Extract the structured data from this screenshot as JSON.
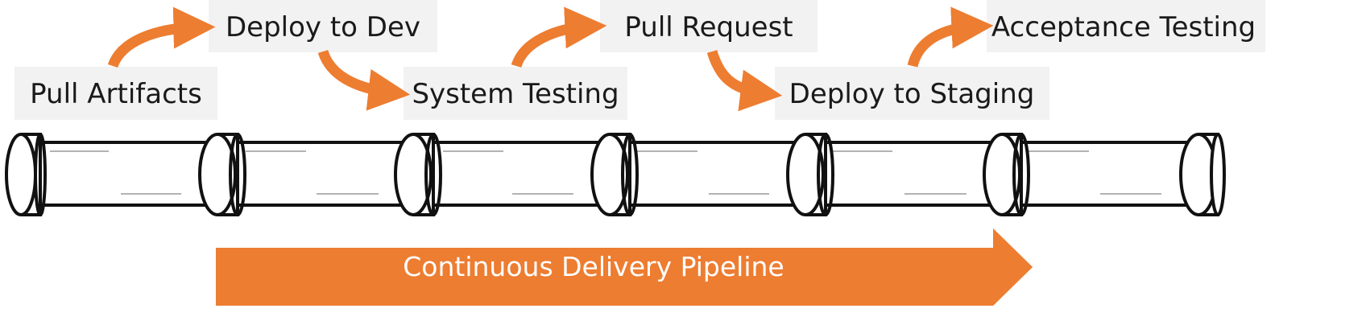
{
  "diagram": {
    "stages": [
      {
        "label": "Pull Artifacts"
      },
      {
        "label": "Deploy to Dev"
      },
      {
        "label": "System Testing"
      },
      {
        "label": "Pull Request"
      },
      {
        "label": "Deploy to Staging"
      },
      {
        "label": "Acceptance Testing"
      }
    ],
    "banner": {
      "label": "Continuous Delivery Pipeline"
    },
    "colors": {
      "accent": "#ED7D31",
      "label_box": "#F2F2F2",
      "pipe_outline": "#111111",
      "pipe_fill": "#ffffff",
      "pipe_shine": "#999999",
      "text": "#1a1a1a"
    },
    "pipe_segments": 6
  }
}
